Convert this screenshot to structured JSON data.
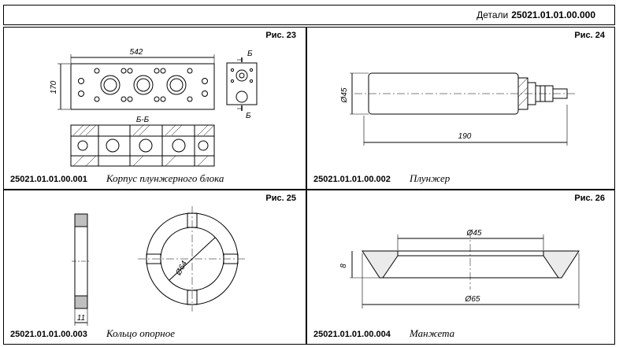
{
  "header": {
    "label": "Детали",
    "code": "25021.01.01.00.000"
  },
  "panels": [
    {
      "fig": "Рис. 23",
      "code": "25021.01.01.00.001",
      "title": "Корпус плунжерного блока",
      "dims": {
        "length": "542",
        "height": "170",
        "section_mark": "Б",
        "section_title": "Б-Б"
      }
    },
    {
      "fig": "Рис. 24",
      "code": "25021.01.01.00.002",
      "title": "Плунжер",
      "dims": {
        "diameter": "Ø45",
        "length": "190"
      }
    },
    {
      "fig": "Рис. 25",
      "code": "25021.01.01.00.003",
      "title": "Кольцо опорное",
      "dims": {
        "width": "11",
        "diameter": "Ø64"
      }
    },
    {
      "fig": "Рис. 26",
      "code": "25021.01.01.00.004",
      "title": "Манжета",
      "dims": {
        "inner": "Ø45",
        "outer": "Ø65",
        "height": "8"
      }
    }
  ]
}
